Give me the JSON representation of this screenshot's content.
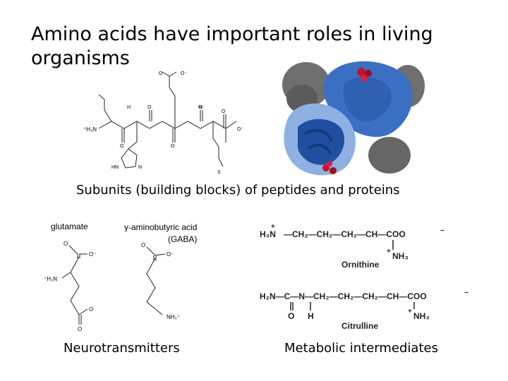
{
  "title": "Amino acids have important roles in living organisms",
  "captions": {
    "subunits": "Subunits (building blocks) of peptides and proteins",
    "neurotransmitters": "Neurotransmitters",
    "metabolic": "Metabolic intermediates"
  },
  "labels": {
    "glutamate": "glutamate",
    "gaba_line1": "γ-aminobutyric acid",
    "gaba_line2": "(GABA)"
  },
  "compounds": {
    "ornithine": "Ornithine",
    "citrulline": "Citrulline"
  },
  "peptide_atoms": {
    "h3n": "⁺H₃N",
    "coo_top": "O⁻",
    "coo_right": "O⁻",
    "o": "O",
    "h": "H",
    "n": "N",
    "s": "S",
    "hn": "HN"
  },
  "colors": {
    "protein_blue": "#3a6fc4",
    "protein_dark_blue": "#1f4f9e",
    "protein_gray": "#6f6f6f",
    "ligand_red": "#c8102e"
  }
}
